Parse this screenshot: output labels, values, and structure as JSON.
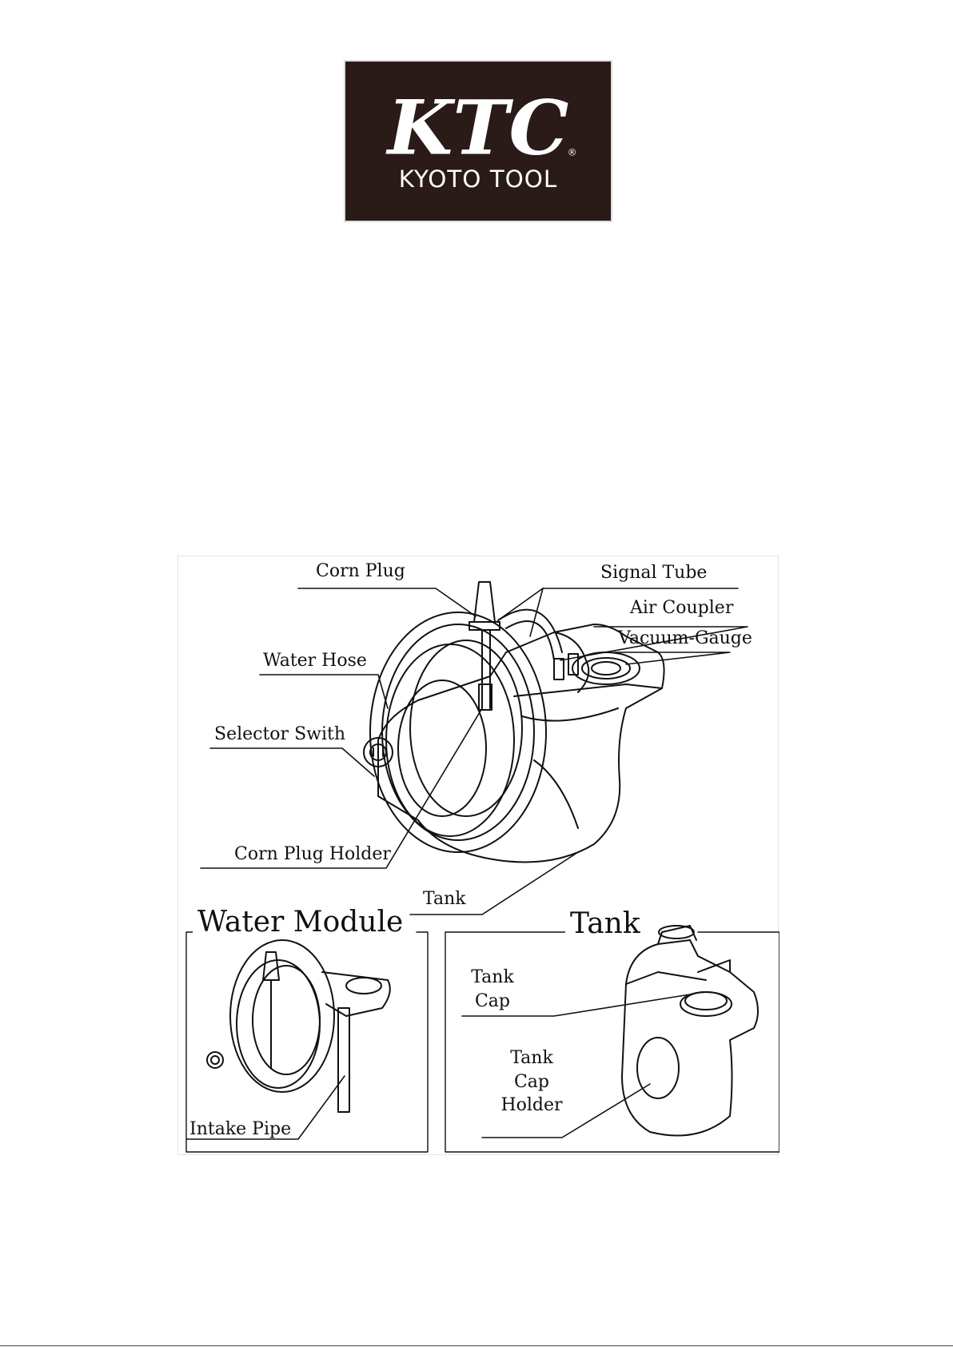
{
  "logo": {
    "brand": "KTC",
    "subtitle": "KYOTO TOOL",
    "registered": "®"
  },
  "main_diagram": {
    "labels": {
      "corn_plug": "Corn Plug",
      "signal_tube": "Signal Tube",
      "air_coupler": "Air Coupler",
      "vacuum_gauge": "Vacuum-Gauge",
      "water_hose": "Water Hose",
      "selector_switch": "Selector Swith",
      "corn_plug_holder": "Corn Plug Holder",
      "tank": "Tank"
    }
  },
  "water_module": {
    "title": "Water Module",
    "intake_pipe": "Intake Pipe"
  },
  "tank_panel": {
    "title": "Tank",
    "tank_cap_line1": "Tank",
    "tank_cap_line2": "Cap",
    "holder_line1": "Tank",
    "holder_line2": "Cap",
    "holder_line3": "Holder"
  }
}
